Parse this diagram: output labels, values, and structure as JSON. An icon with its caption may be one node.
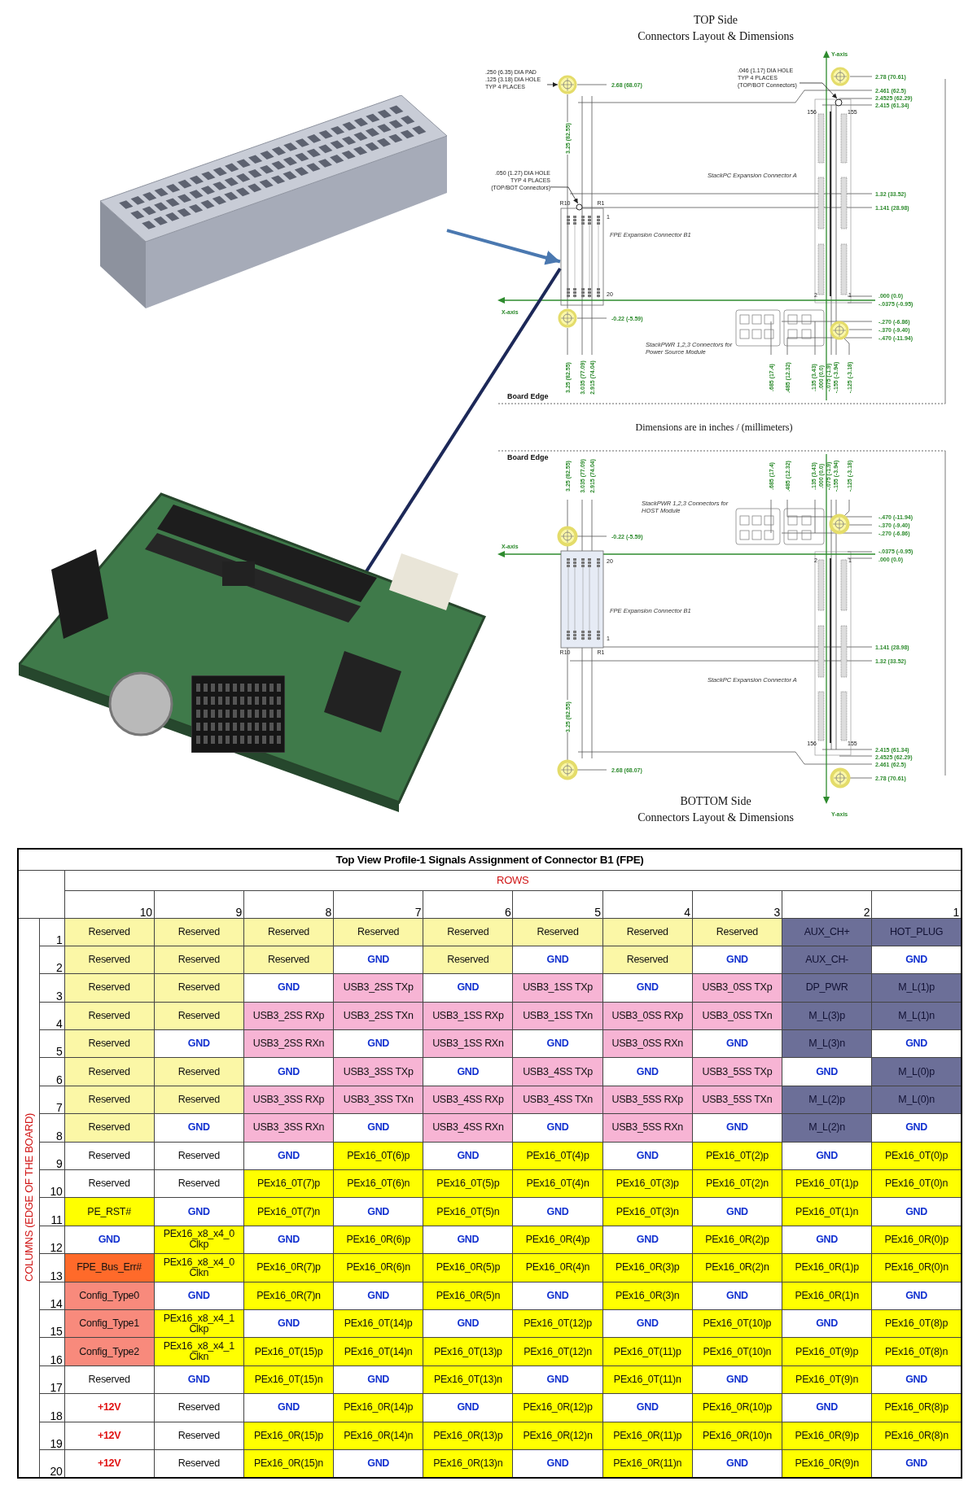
{
  "diagram": {
    "nodes": [
      {
        "text": [],
        "shape": "picture"
      },
      {
        "text": [
          ".250 (6.35) DIA PAD .125 (3.18) DIA HOLE TYP 4 PLACES"
        ]
      },
      {
        "text": [
          ".046 (1.17) DIA HOLE TYP 4 PLACES (TOP/BOT Connectors)"
        ]
      },
      {
        "text": [
          ".050 (1.27) DIA HOLE TYP 4 PLACES (TOP/BOT Connectors)"
        ]
      },
      {
        "text": [],
        "shape": "box",
        "beside": [
          "R10",
          "R1",
          "1",
          "FPE Expansion Connector B1",
          "20"
        ]
      },
      {
        "text": [],
        "shape": "picture"
      },
      {
        "text": [],
        "shape": "box",
        "in": 5
      },
      {
        "text": [],
        "shape": "box",
        "beside": [
          "20",
          "FPE Expansion Connector B1",
          "1",
          "R10",
          "R1"
        ]
      },
      {
        "text": [],
        "shape": "circle"
      },
      {
        "text": [],
        "shape": "circle"
      },
      {
        "text": [],
        "shape": "circle"
      },
      {
        "text": [],
        "shape": "circle"
      },
      {
        "text": [],
        "shape": "circle"
      },
      {
        "text": [],
        "shape": "circle"
      },
      {
        "text": [],
        "shape": "circle"
      },
      {
        "text": [],
        "shape": "circle"
      },
      {
        "text": [],
        "shape": "circle"
      },
      {
        "text": [],
        "shape": "circle"
      }
    ],
    "edges": [
      {
        "from": 0,
        "to": 4,
        "arrow": "to",
        "style": "thick",
        "color": "#4a78b0"
      },
      {
        "from": 4,
        "to": 6,
        "arrow": "to",
        "style": "thick",
        "color": "#1c2858"
      },
      {
        "from": 1,
        "to": 8,
        "arrow": "to"
      },
      {
        "from": 2,
        "to": 9,
        "arrow": "to"
      },
      {
        "from": 3,
        "to": 10,
        "arrow": "to"
      }
    ],
    "labels": [
      "TOP Side",
      "Connectors Layout & Dimensions",
      "2.68 (68.07)",
      "3.25 (82.55)",
      "Y-axis",
      "2.78 (70.61)",
      "2.461 (62.5)",
      "2.4525 (62.29)",
      "2.415 (61.34)",
      "156",
      "155",
      "StackPC Expansion Connector A",
      "1.32 (33.52)",
      "1.141 (28.98)",
      "2",
      "1",
      ".000 (0.0)",
      "-.0375 (-0.95)",
      "X-axis",
      "-0.22 (-5.59)",
      "-.270 (-6.86)",
      "-.370 (-9.40)",
      "-.470 (-11.94)",
      "StackPWR 1,2,3 Connectors for Power Source Module",
      "3.25 (82.55)",
      "3.035 (77.09)",
      "2.915 (74.04)",
      ".685 (17.4)",
      ".485 (12.32)",
      ".135 (3.43)",
      ".000 (0.0)",
      "-.075 (-1.9)",
      "-.155 (-3.94)",
      "-.125 (-3.18)",
      "Board Edge",
      "Dimensions are in inches / (millimeters)",
      "Board Edge",
      "3.25 (82.55)",
      "3.035 (77.09)",
      "2.915 (74.04)",
      ".685 (17.4)",
      ".485 (12.32)",
      ".135 (3.43)",
      ".000 (0.0)",
      "-.075 (-1.9)",
      "-.155 (-3.94)",
      "-.125 (-3.18)",
      "StackPWR 1,2,3 Connectors for HOST Module",
      "-.470 (-11.94)",
      "-.370 (-9.40)",
      "-.270 (-6.86)",
      "-0.22 (-5.59)",
      "X-axis",
      "2",
      "1",
      "-.0375 (-0.95)",
      ".000 (0.0)",
      "1.141 (28.98)",
      "1.32 (33.52)",
      "StackPC Expansion Connector A",
      "3.25 (82.55)",
      "156",
      "155",
      "2.415 (61.34)",
      "2.4525 (62.29)",
      "2.461 (62.5)",
      "2.68 (68.07)",
      "2.78 (70.61)",
      "BOTTOM Side",
      "Connectors Layout & Dimensions",
      "Y-axis",
      "Top View Profile-1 Signals Assignment of Connector B1 (FPE)",
      "ROWS",
      "COLUMNS (EDGE OF THE BOARD)",
      "10",
      "9",
      "8",
      "7",
      "6",
      "5",
      "4",
      "3",
      "2",
      "1",
      "1",
      "Reserved",
      "Reserved",
      "Reserved",
      "Reserved",
      "Reserved",
      "Reserved",
      "Reserved",
      "Reserved",
      "AUX_CH+",
      "HOT_PLUG",
      "2",
      "Reserved",
      "Reserved",
      "Reserved",
      "GND",
      "Reserved",
      "GND",
      "Reserved",
      "GND",
      "AUX_CH-",
      "GND",
      "3",
      "Reserved",
      "Reserved",
      "GND",
      "USB3_2SS TXp",
      "GND",
      "USB3_1SS TXp",
      "GND",
      "USB3_0SS TXp",
      "DP_PWR",
      "M_L(1)p",
      "4",
      "Reserved",
      "Reserved",
      "USB3_2SS RXp",
      "USB3_2SS TXn",
      "USB3_1SS RXp",
      "USB3_1SS TXn",
      "USB3_0SS RXp",
      "USB3_0SS TXn",
      "M_L(3)p",
      "M_L(1)n",
      "5",
      "Reserved",
      "GND",
      "USB3_2SS RXn",
      "GND",
      "USB3_1SS RXn",
      "GND",
      "USB3_0SS RXn",
      "GND",
      "M_L(3)n",
      "GND",
      "6",
      "Reserved",
      "Reserved",
      "GND",
      "USB3_3SS TXp",
      "GND",
      "USB3_4SS TXp",
      "GND",
      "USB3_5SS TXp",
      "GND",
      "M_L(0)p",
      "7",
      "Reserved",
      "Reserved",
      "USB3_3SS RXp",
      "USB3_3SS TXn",
      "USB3_4SS RXp",
      "USB3_4SS TXn",
      "USB3_5SS RXp",
      "USB3_5SS TXn",
      "M_L(2)p",
      "M_L(0)n",
      "8",
      "Reserved",
      "GND",
      "USB3_3SS RXn",
      "GND",
      "USB3_4SS RXn",
      "GND",
      "USB3_5SS RXn",
      "GND",
      "M_L(2)n",
      "GND",
      "9",
      "Reserved",
      "Reserved",
      "GND",
      "PEx16_0T(6)p",
      "GND",
      "PEx16_0T(4)p",
      "GND",
      "PEx16_0T(2)p",
      "GND",
      "PEx16_0T(0)p",
      "10",
      "Reserved",
      "Reserved",
      "PEx16_0T(7)p",
      "PEx16_0T(6)n",
      "PEx16_0T(5)p",
      "PEx16_0T(4)n",
      "PEx16_0T(3)p",
      "PEx16_0T(2)n",
      "PEx16_0T(1)p",
      "PEx16_0T(0)n",
      "11",
      "PE_RST#",
      "GND",
      "PEx16_0T(7)n",
      "GND",
      "PEx16_0T(5)n",
      "GND",
      "PEx16_0T(3)n",
      "GND",
      "PEx16_0T(1)n",
      "GND",
      "12",
      "GND",
      "PEx16_x8_x4_0 Clkp",
      "GND",
      "PEx16_0R(6)p",
      "GND",
      "PEx16_0R(4)p",
      "GND",
      "PEx16_0R(2)p",
      "GND",
      "PEx16_0R(0)p",
      "13",
      "FPE_Bus_Err#",
      "PEx16_x8_x4_0 Clkn",
      "PEx16_0R(7)p",
      "PEx16_0R(6)n",
      "PEx16_0R(5)p",
      "PEx16_0R(4)n",
      "PEx16_0R(3)p",
      "PEx16_0R(2)n",
      "PEx16_0R(1)p",
      "PEx16_0R(0)n",
      "14",
      "Config_Type0",
      "GND",
      "PEx16_0R(7)n",
      "GND",
      "PEx16_0R(5)n",
      "GND",
      "PEx16_0R(3)n",
      "GND",
      "PEx16_0R(1)n",
      "GND",
      "15",
      "Config_Type1",
      "PEx16_x8_x4_1 Clkp",
      "GND",
      "PEx16_0T(14)p",
      "GND",
      "PEx16_0T(12)p",
      "GND",
      "PEx16_0T(10)p",
      "GND",
      "PEx16_0T(8)p",
      "16",
      "Config_Type2",
      "PEx16_x8_x4_1 Clkn",
      "PEx16_0T(15)p",
      "PEx16_0T(14)n",
      "PEx16_0T(13)p",
      "PEx16_0T(12)n",
      "PEx16_0T(11)p",
      "PEx16_0T(10)n",
      "PEx16_0T(9)p",
      "PEx16_0T(8)n",
      "17",
      "Reserved",
      "GND",
      "PEx16_0T(15)n",
      "GND",
      "PEx16_0T(13)n",
      "GND",
      "PEx16_0T(11)n",
      "GND",
      "PEx16_0T(9)n",
      "GND",
      "18",
      "+12V",
      "Reserved",
      "GND",
      "PEx16_0R(14)p",
      "GND",
      "PEx16_0R(12)p",
      "GND",
      "PEx16_0R(10)p",
      "GND",
      "PEx16_0R(8)p",
      "19",
      "+12V",
      "Reserved",
      "PEx16_0R(15)p",
      "PEx16_0R(14)n",
      "PEx16_0R(13)p",
      "PEx16_0R(12)n",
      "PEx16_0R(11)p",
      "PEx16_0R(10)n",
      "PEx16_0R(9)p",
      "PEx16_0R(8)n",
      "20",
      "+12V",
      "Reserved",
      "PEx16_0R(15)n",
      "GND",
      "PEx16_0R(13)n",
      "GND",
      "PEx16_0R(11)n",
      "GND",
      "PEx16_0R(9)n",
      "GND"
    ]
  }
}
